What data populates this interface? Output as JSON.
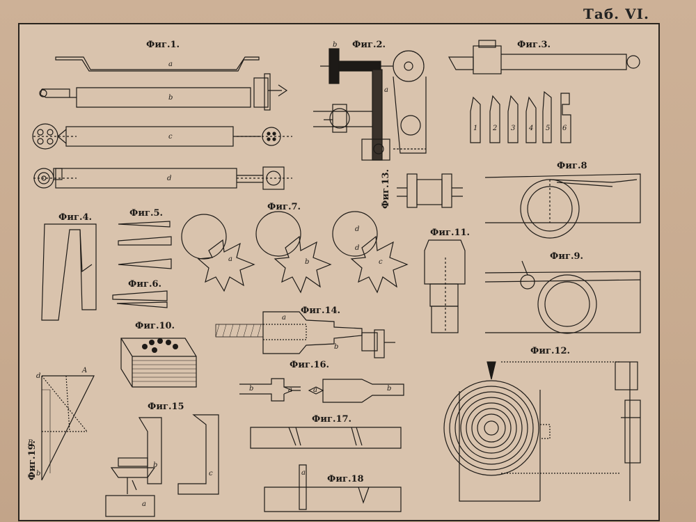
{
  "plate": {
    "title": "Таб. VI."
  },
  "figures": {
    "fig1": "Фиг.1.",
    "fig2": "Фиг.2.",
    "fig3": "Фиг.3.",
    "fig4": "Фиг.4.",
    "fig5": "Фиг.5.",
    "fig6": "Фиг.6.",
    "fig7": "Фиг.7.",
    "fig8": "Фиг.8",
    "fig9": "Фиг.9.",
    "fig10": "Фиг.10.",
    "fig11": "Фиг.11.",
    "fig12": "Фиг.12.",
    "fig13": "Фиг.13.",
    "fig14": "Фиг.14.",
    "fig15": "Фиг.15",
    "fig16": "Фиг.16.",
    "fig17": "Фиг.17.",
    "fig18": "Фиг.18",
    "fig19": "Фиг.19."
  },
  "letters": {
    "a": "a",
    "b": "b",
    "c": "c",
    "d": "d",
    "B": "B",
    "A": "A"
  },
  "fig3_numbers": [
    "1",
    "2",
    "3",
    "4",
    "5",
    "6"
  ],
  "colors": {
    "ink": "#1d1a17",
    "paper": "#d9c3ad",
    "border": "#2a241e",
    "board": "#c9ad93"
  }
}
